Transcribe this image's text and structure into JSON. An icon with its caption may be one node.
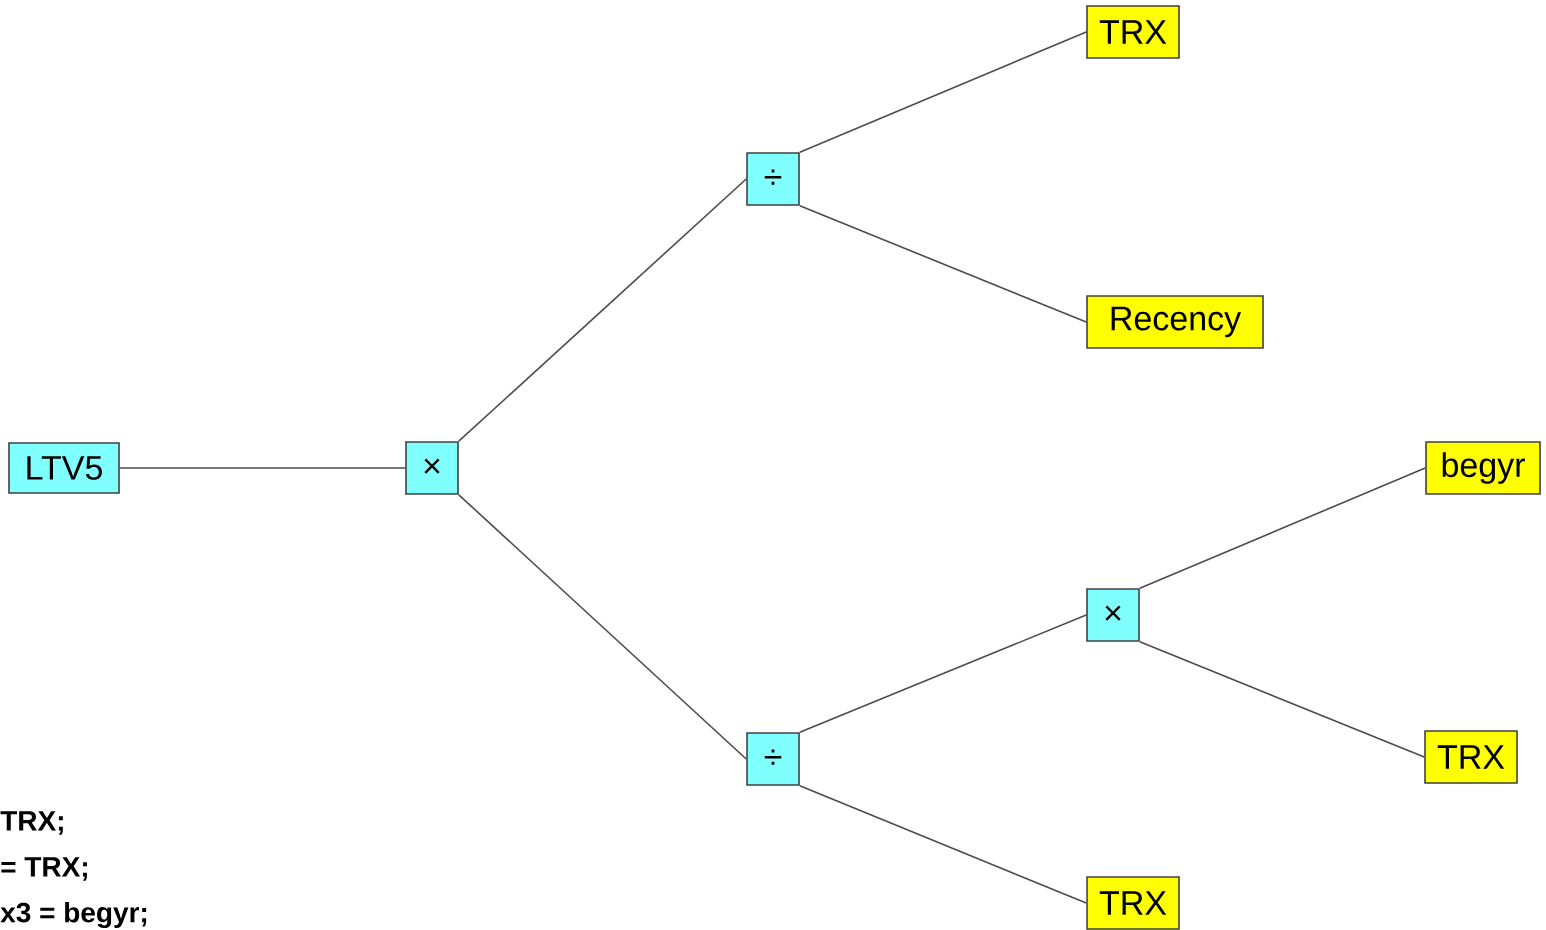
{
  "diagram": {
    "nodes": [
      {
        "text": [
          "LTV5"
        ]
      },
      {
        "text": [
          "×"
        ]
      },
      {
        "text": [
          "÷"
        ]
      },
      {
        "text": [
          "TRX"
        ]
      },
      {
        "text": [
          "Recency"
        ]
      },
      {
        "text": [
          "÷"
        ]
      },
      {
        "text": [
          "×"
        ]
      },
      {
        "text": [
          "begyr"
        ]
      },
      {
        "text": [
          "TRX"
        ]
      },
      {
        "text": [
          "TRX"
        ]
      }
    ],
    "edges": [
      {
        "from": 0,
        "to": 1,
        "arrow": "none"
      },
      {
        "from": 1,
        "to": 2,
        "arrow": "none"
      },
      {
        "from": 1,
        "to": 5,
        "arrow": "none"
      },
      {
        "from": 2,
        "to": 3,
        "arrow": "none"
      },
      {
        "from": 2,
        "to": 4,
        "arrow": "none"
      },
      {
        "from": 5,
        "to": 6,
        "arrow": "none"
      },
      {
        "from": 5,
        "to": 9,
        "arrow": "none"
      },
      {
        "from": 6,
        "to": 7,
        "arrow": "none"
      },
      {
        "from": 6,
        "to": 8,
        "arrow": "none"
      }
    ],
    "labels": [
      "TRX;",
      "= TRX;",
      "x3 = begyr;"
    ]
  }
}
